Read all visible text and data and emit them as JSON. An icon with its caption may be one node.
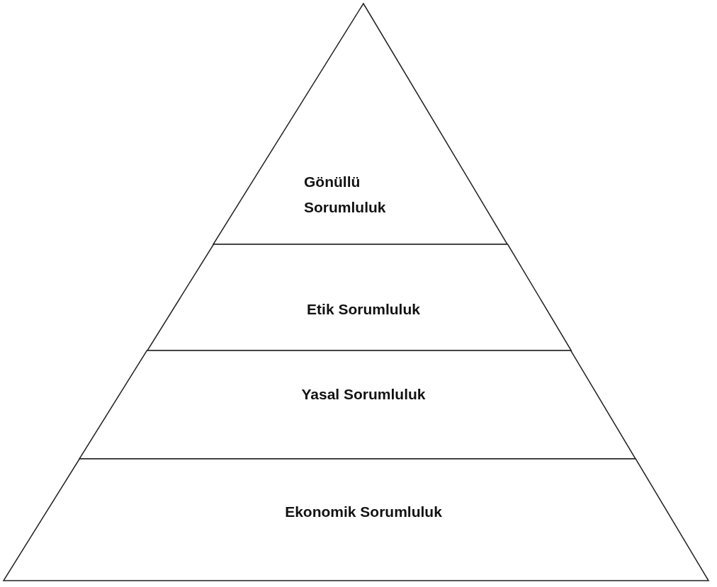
{
  "diagram": {
    "nodes": [
      {
        "text": [
          "Gönüllü Sorumluluk"
        ]
      },
      {
        "text": [
          "Etik Sorumluluk"
        ]
      },
      {
        "text": [
          "Yasal Sorumluluk"
        ]
      },
      {
        "text": [
          "Ekonomik Sorumluluk"
        ]
      }
    ]
  }
}
